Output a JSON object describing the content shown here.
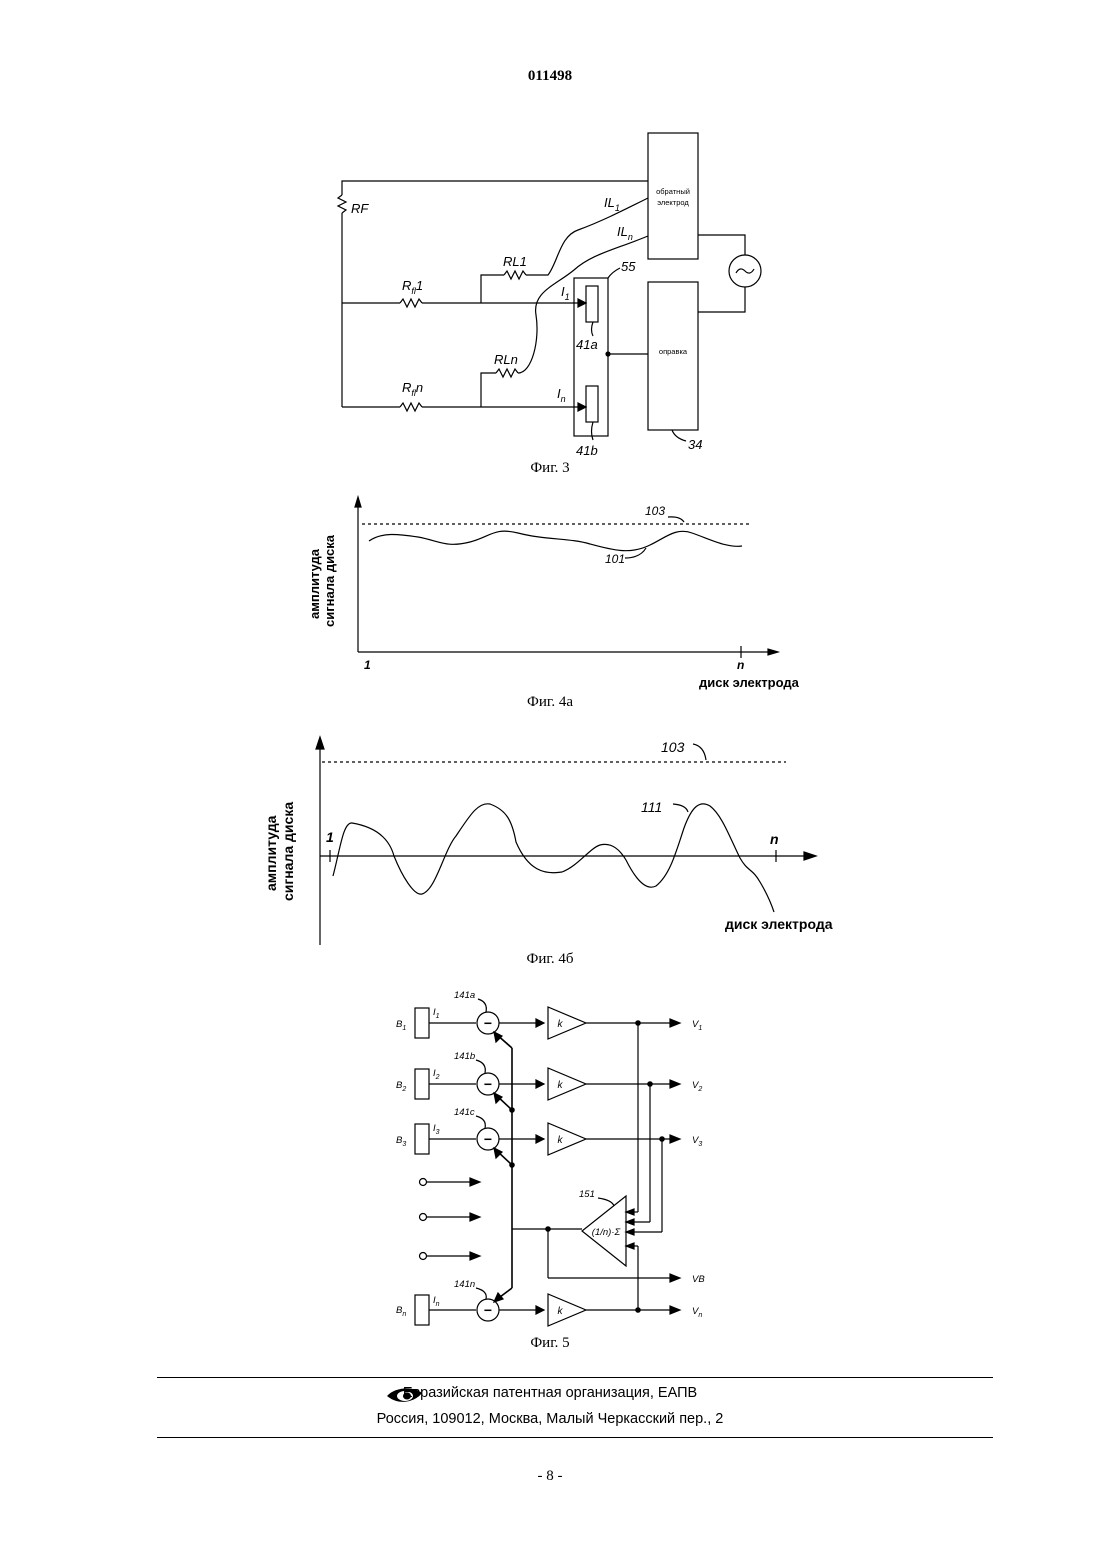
{
  "header": {
    "doc_number": "011498"
  },
  "fig3": {
    "caption": "Фиг. 3",
    "label_rf": "RF",
    "label_il1": "IL",
    "label_il1_sub": "1",
    "label_iln": "IL",
    "label_iln_sub": "n",
    "label_rl1": "RL1",
    "label_rln": "RLn",
    "label_rfl1": "R",
    "label_rfl1_sub": "fl",
    "label_rfl1_tail": "1",
    "label_rfln": "R",
    "label_rfln_sub": "fl",
    "label_rfln_tail": "n",
    "label_i1": "I",
    "label_i1_sub": "1",
    "label_in": "I",
    "label_in_sub": "n",
    "label_55": "55",
    "label_41a": "41a",
    "label_41b": "41b",
    "label_34": "34",
    "return_electrode_line1": "обратный",
    "return_electrode_line2": "электрод",
    "mandrel": "оправка"
  },
  "fig4a": {
    "caption": "Фиг. 4а",
    "ylabel_line1": "амплитуда",
    "ylabel_line2": "сигнала диска",
    "xlabel": "диск электрода",
    "tick_start": "1",
    "tick_end": "n",
    "label_103": "103",
    "label_101": "101"
  },
  "fig4b": {
    "caption": "Фиг. 4б",
    "ylabel_line1": "амплитуда",
    "ylabel_line2": "сигнала диска",
    "xlabel": "диск электрода",
    "tick_start": "1",
    "tick_end": "n",
    "label_103": "103",
    "label_111": "111"
  },
  "fig5": {
    "caption": "Фиг. 5",
    "rows": [
      {
        "b": "B",
        "b_sub": "1",
        "i": "I",
        "i_sub": "1",
        "ref": "141a",
        "v": "V",
        "v_sub": "1"
      },
      {
        "b": "B",
        "b_sub": "2",
        "i": "I",
        "i_sub": "2",
        "ref": "141b",
        "v": "V",
        "v_sub": "2"
      },
      {
        "b": "B",
        "b_sub": "3",
        "i": "I",
        "i_sub": "3",
        "ref": "141c",
        "v": "V",
        "v_sub": "3"
      },
      {
        "b": "B",
        "b_sub": "n",
        "i": "I",
        "i_sub": "n",
        "ref": "141n",
        "v": "V",
        "v_sub": "n"
      }
    ],
    "amp_gain": "k",
    "minus_sign": "−",
    "avg_ref": "151",
    "avg_label": "(1/n)·Σ",
    "vb_label": "VB"
  },
  "footer": {
    "org": "Евразийская патентная организация, ЕАПВ",
    "address": "Россия, 109012, Москва, Малый Черкасский пер., 2",
    "page": "- 8 -"
  }
}
